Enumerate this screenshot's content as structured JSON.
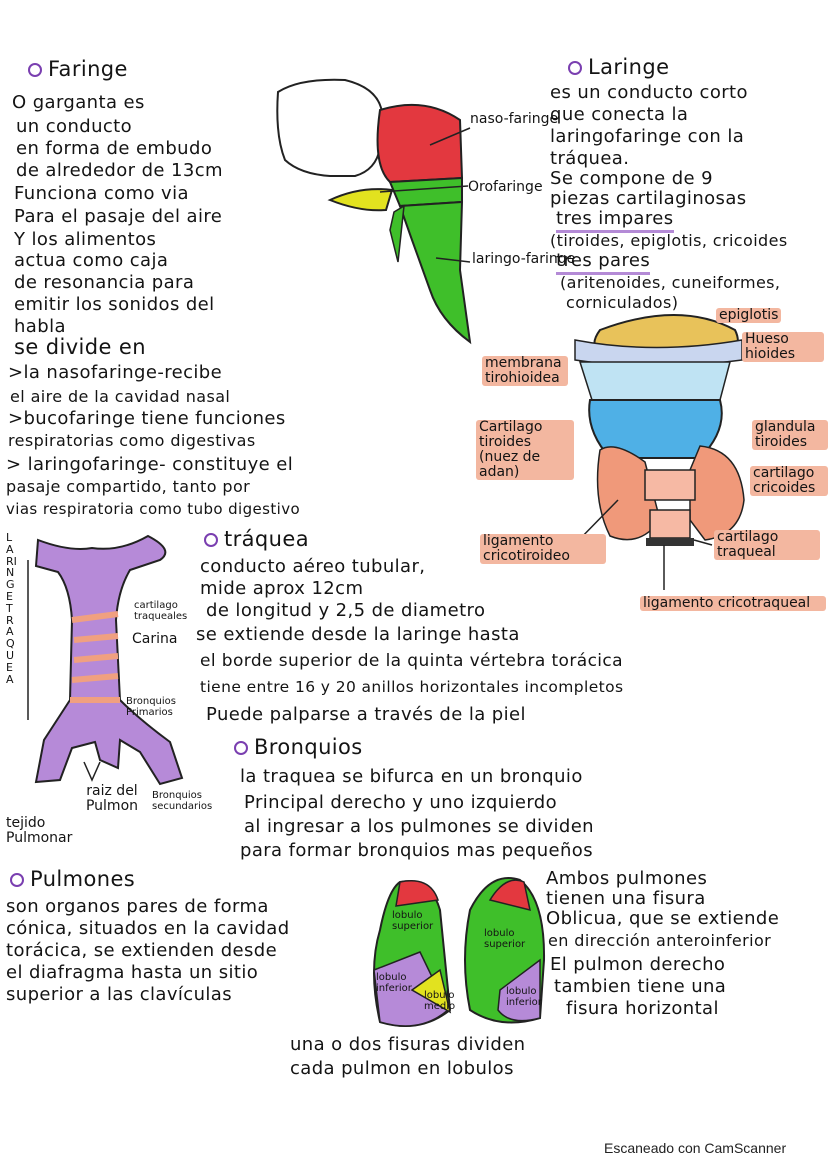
{
  "faringe": {
    "title": "Faringe",
    "lines": [
      "O garganta es",
      "un conducto",
      "en forma de embudo",
      "de alrededor de 13cm",
      "Funciona como via",
      "Para el pasaje del aire",
      "Y los alimentos",
      "actua como caja",
      "de resonancia para",
      "emitir los sonidos del",
      "habla",
      "se divide en",
      ">la nasofaringe-recibe",
      "el aire de la cavidad nasal",
      ">bucofaringe tiene funciones",
      "respiratorias como digestivas",
      "> laringofaringe- constituye el",
      "pasaje compartido, tanto por",
      "vias respiratoria como tubo digestivo"
    ],
    "diagram_labels": {
      "naso": "naso-faringe",
      "oro": "Orofaringe",
      "laringo": "laringo-faringe"
    }
  },
  "laringe": {
    "title": "Laringe",
    "lines": [
      "es un conducto corto",
      "que conecta la",
      "laringofaringe con la",
      "tráquea.",
      "Se compone de 9",
      "piezas cartilaginosas",
      "tres impares",
      "(tiroides, epiglotis, cricoides",
      "tres pares",
      "(aritenoides, cuneiformes,",
      "corniculados)"
    ],
    "diagram_labels": {
      "epiglotis": "epiglotis",
      "hueso": "Hueso hioides",
      "membrana": "membrana tirohioidea",
      "cartilago_tiroides": "Cartilago tiroides (nuez de adan)",
      "glandula": "glandula tiroides",
      "cartilago_cricoides": "cartilago cricoides",
      "ligamento_cricotiroideo": "ligamento cricotiroideo",
      "cartilago_traqueal": "cartilago traqueal",
      "ligamento_cricotraqueal": "ligamento cricotraqueal"
    }
  },
  "traquea": {
    "title": "tráquea",
    "lines": [
      "conducto aéreo tubular,",
      "mide aprox 12cm",
      "de longitud y 2,5 de diametro",
      "se extiende desde la laringe hasta",
      "el borde superior de la quinta vértebra torácica",
      "tiene entre 16 y 20 anillos horizontales incompletos",
      "Puede palparse a través de la piel"
    ],
    "side_label": "LARINGE TRAQUEA",
    "diagram_labels": {
      "cartilago": "cartilago traqueales",
      "carina": "Carina",
      "bronquios_primarios": "Bronquios Primarios",
      "raiz": "raiz del Pulmon",
      "bronquios_secundarios": "Bronquios secundarios",
      "tejido": "tejido Pulmonar"
    }
  },
  "bronquios": {
    "title": "Bronquios",
    "lines": [
      "la traquea se bifurca en un bronquio",
      "Principal derecho y uno izquierdo",
      "al ingresar a los pulmones se dividen",
      "para formar bronquios mas pequeños"
    ]
  },
  "pulmones": {
    "title": "Pulmones",
    "lines": [
      "son organos pares de forma",
      "cónica, situados en la cavidad",
      "torácica, se extienden desde",
      "el diafragma hasta un sitio",
      "superior a las clavículas"
    ],
    "right_lines": [
      "Ambos pulmones",
      "tienen una fisura",
      "Oblicua, que se extiende",
      "en dirección anteroinferior",
      "El pulmon derecho",
      "tambien tiene una",
      "fisura horizontal"
    ],
    "bottom_lines": [
      "una o dos fisuras dividen",
      "cada pulmon en lobulos"
    ],
    "lobe_labels": {
      "sup_l": "lobulo superior",
      "inf_l": "lobulo inferior",
      "sup_r": "lobulo superior",
      "inf_r": "lobulo inferior",
      "medio": "lobulo medio"
    }
  },
  "footer": "Escaneado con CamScanner",
  "colors": {
    "ink": "#141414",
    "red": "#e3383f",
    "green": "#3fbf2a",
    "yellow": "#e2e21f",
    "purple": "#b68ad8",
    "blue": "#4fb0e6",
    "salmon": "#f3b7a0",
    "bullet": "#7a3fb0"
  }
}
